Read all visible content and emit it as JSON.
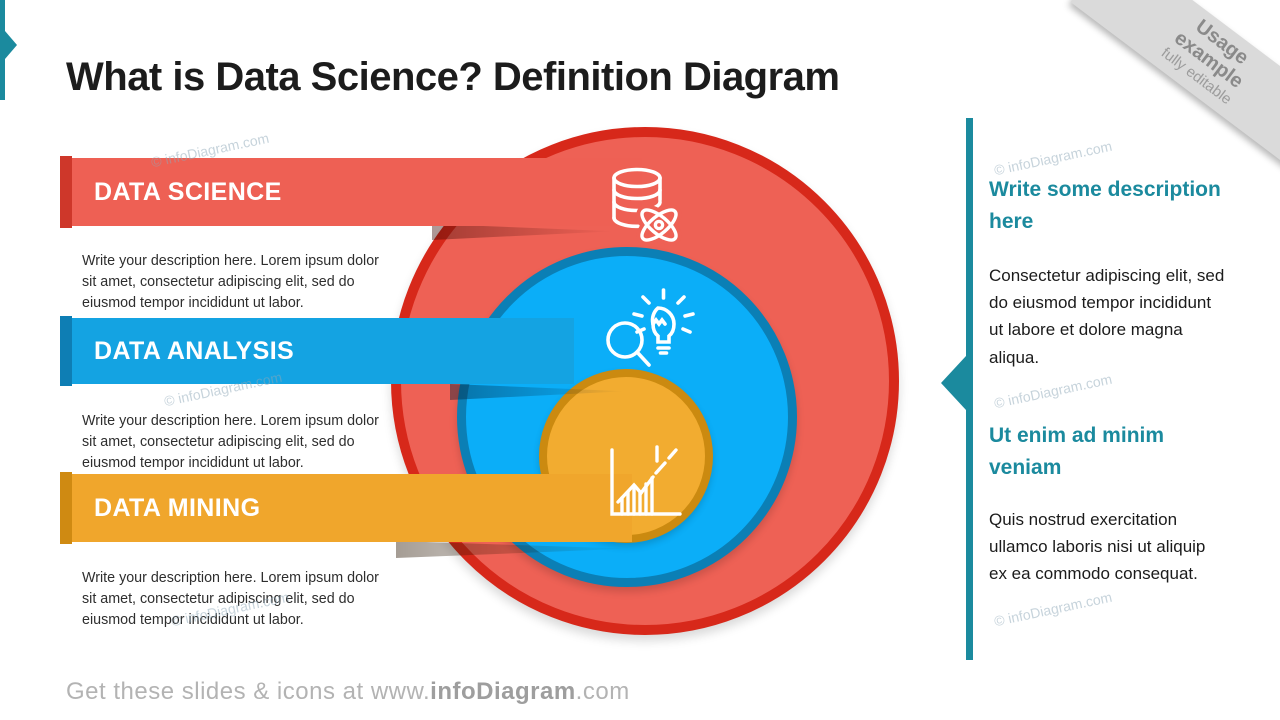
{
  "slide": {
    "title": "What is Data Science? Definition Diagram",
    "watermark": "© infoDiagram.com",
    "footer": {
      "prefix": "Get these slides & icons at www.",
      "brand": "infoDiagram",
      "suffix": ".com"
    },
    "corner_ribbon": {
      "title": "Usage example",
      "subtitle": "fully editable"
    }
  },
  "diagram": {
    "rings": [
      {
        "label": "DATA SCIENCE",
        "description": "Write your description here. Lorem ipsum dolor sit amet, consectetur adipiscing elit, sed do eiusmod tempor incididunt ut labor.",
        "icon": "database-atom-icon",
        "banner_color": "#EE6054",
        "edge_color": "#CE372A",
        "circle_fill": "#EE6155",
        "circle_border": "#D7281A"
      },
      {
        "label": "DATA ANALYSIS",
        "description": "Write your description here. Lorem ipsum dolor sit amet, consectetur adipiscing elit, sed do eiusmod tempor incididunt ut labor.",
        "icon": "search-lightbulb-icon",
        "banner_color": "#14A3E2",
        "edge_color": "#0E7EB4",
        "circle_fill": "#0BAEF8",
        "circle_border": "#0B7FB5"
      },
      {
        "label": "DATA MINING",
        "description": "Write your description here. Lorem ipsum dolor sit amet, consectetur adipiscing elit, sed do eiusmod tempor incididunt ut labor.",
        "icon": "growth-chart-icon",
        "banner_color": "#F0A62C",
        "edge_color": "#CF8A12",
        "circle_fill": "#F2AC30",
        "circle_border": "#CB8A10"
      }
    ]
  },
  "sidebar": {
    "accent_color": "#1B8A9E",
    "sections": [
      {
        "heading": "Write some description here",
        "body": "Consectetur adipiscing elit, sed do eiusmod tempor incididunt ut labore et dolore magna aliqua."
      },
      {
        "heading": "Ut enim ad minim veniam",
        "body": "Quis nostrud exercitation ullamco laboris nisi ut aliquip ex ea commodo consequat."
      }
    ]
  }
}
